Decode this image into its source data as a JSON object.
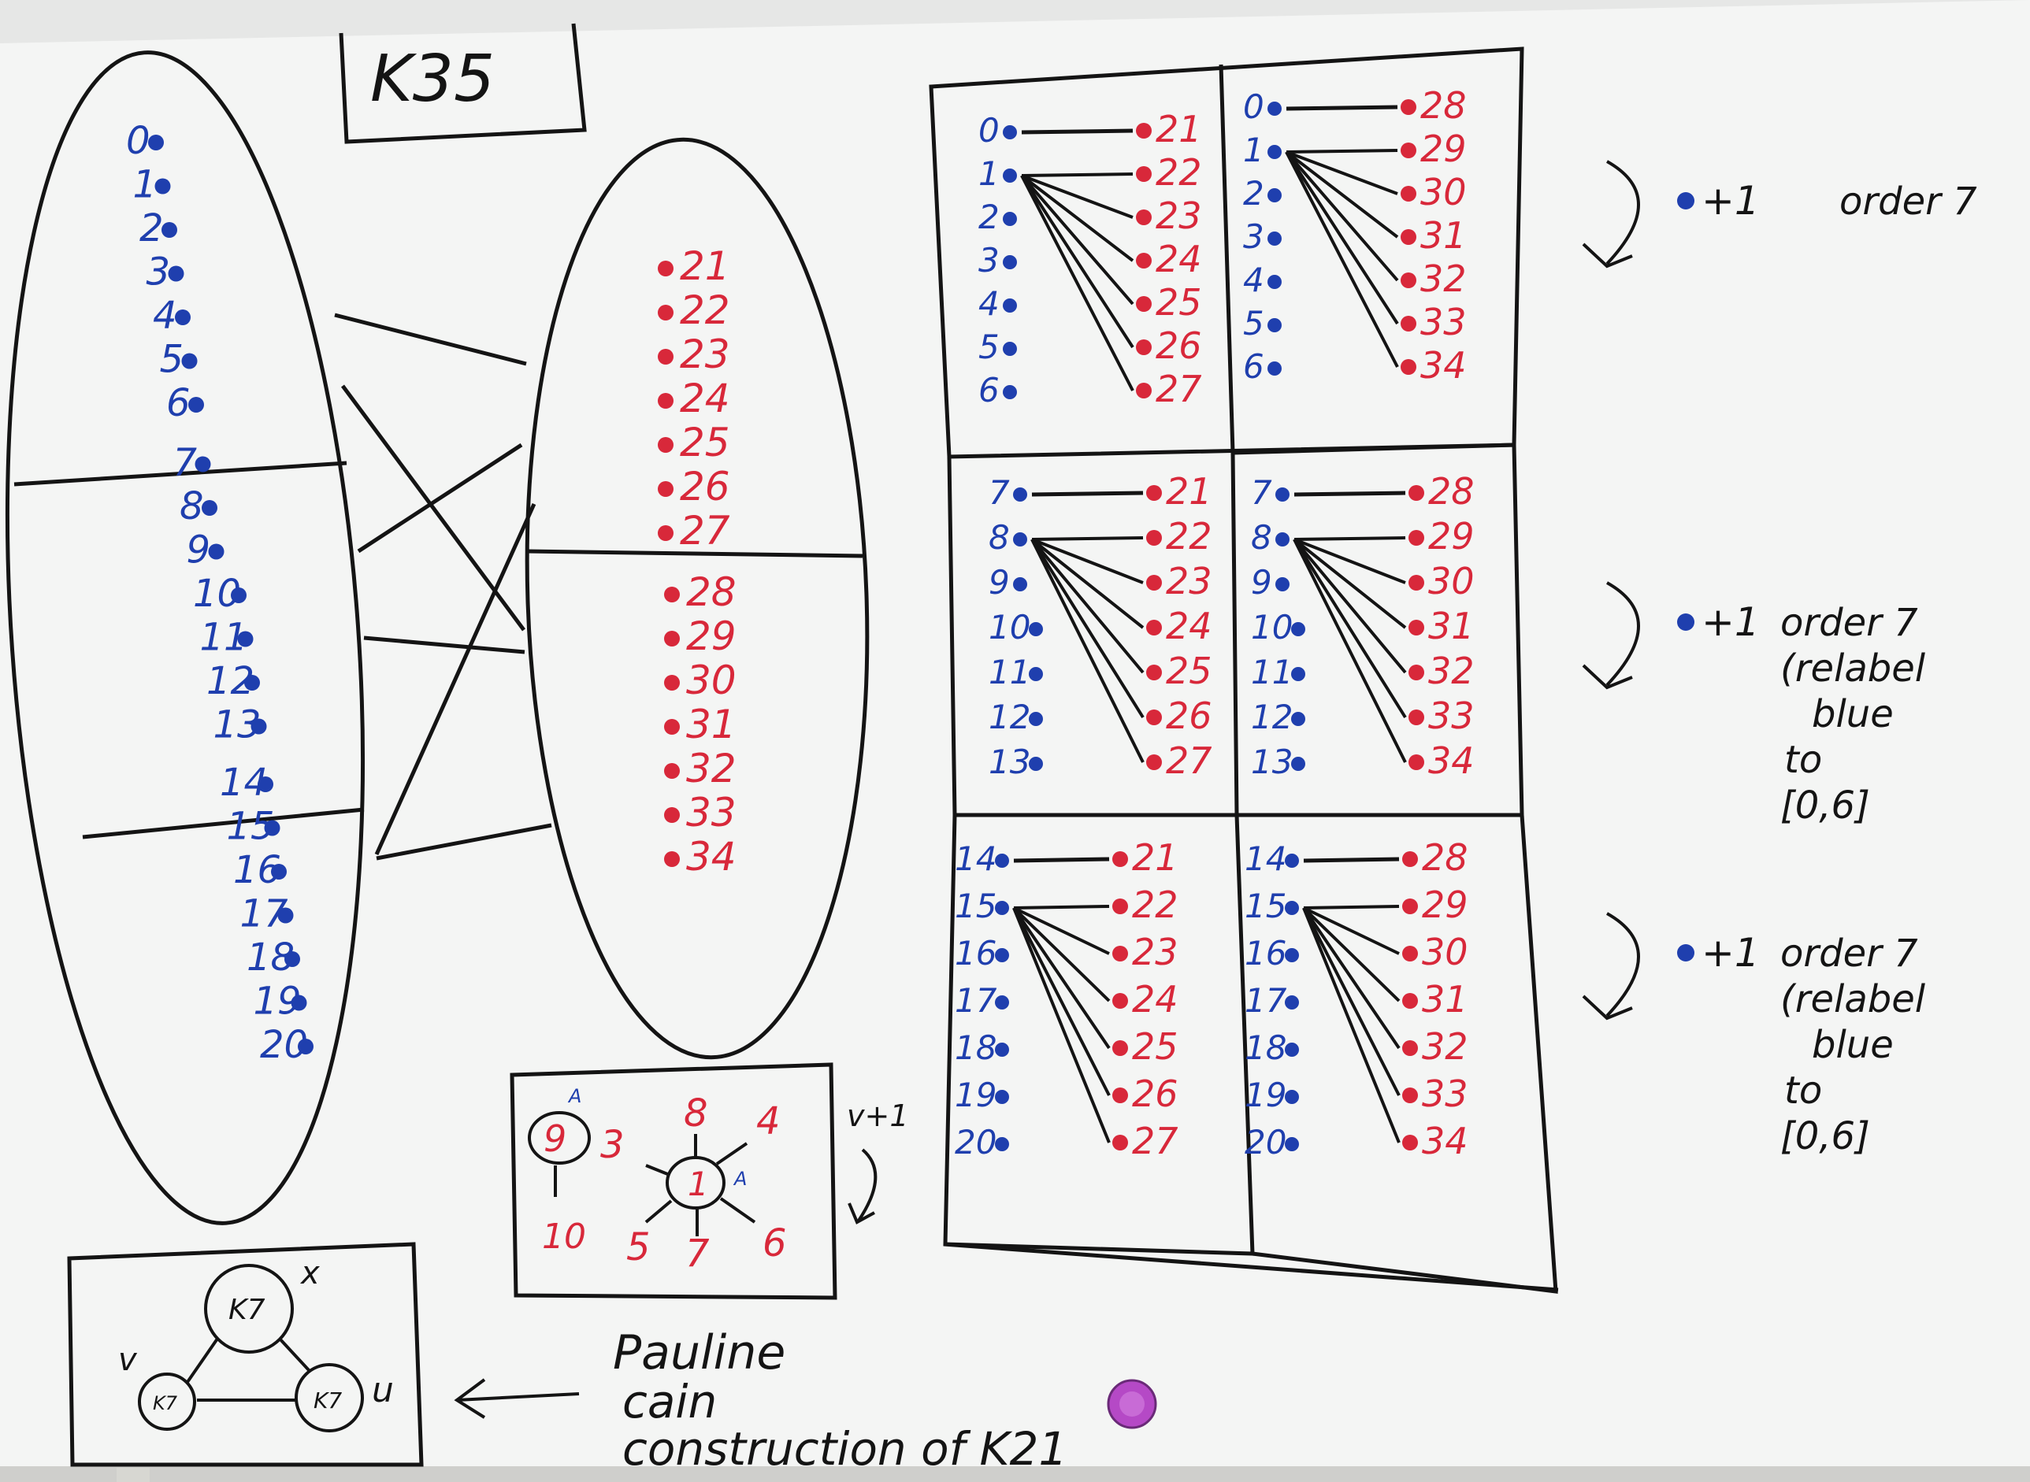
{
  "title": "K35",
  "colors": {
    "blue": "#1f3fae",
    "red": "#d8283a",
    "ink": "#141414",
    "board": "#f4f5f4",
    "magnet": "#b549c6"
  },
  "left_oval": {
    "blue_labels": [
      "0",
      "1",
      "2",
      "3",
      "4",
      "5",
      "6",
      "7",
      "8",
      "9",
      "10",
      "11",
      "12",
      "13",
      "14",
      "15",
      "16",
      "17",
      "18",
      "19",
      "20"
    ]
  },
  "middle_oval": {
    "red_labels": [
      "21",
      "22",
      "23",
      "24",
      "25",
      "26",
      "27",
      "28",
      "29",
      "30",
      "31",
      "32",
      "33",
      "34"
    ]
  },
  "grid": {
    "blue_rows": [
      [
        "0",
        "1",
        "2",
        "3",
        "4",
        "5",
        "6"
      ],
      [
        "7",
        "8",
        "9",
        "10",
        "11",
        "12",
        "13"
      ],
      [
        "14",
        "15",
        "16",
        "17",
        "18",
        "19",
        "20"
      ]
    ],
    "red_cols": [
      [
        "21",
        "22",
        "23",
        "24",
        "25",
        "26",
        "27"
      ],
      [
        "28",
        "29",
        "30",
        "31",
        "32",
        "33",
        "34"
      ]
    ]
  },
  "right_notes": [
    {
      "plus": "+1",
      "text": [
        "order 7"
      ]
    },
    {
      "plus": "+1",
      "text": [
        "order 7",
        "(relabel",
        "blue",
        "to",
        "[0,6]"
      ]
    },
    {
      "plus": "+1",
      "text": [
        "order 7",
        "(relabel",
        "blue",
        "to",
        "[0,6]"
      ]
    }
  ],
  "star_box": {
    "label_v": "v+1",
    "circled_left": "9",
    "superscript": "A",
    "below_left": "10",
    "center": "1",
    "center_sup": "A",
    "spokes": [
      "3",
      "8",
      "4",
      "6",
      "7",
      "5"
    ]
  },
  "triangle_box": {
    "top_node": "K7",
    "left_node": "K7",
    "right_node": "K7",
    "label_x": "x",
    "label_v": "v",
    "label_u": "u"
  },
  "caption": [
    "Pauline",
    "cain",
    "construction of K21"
  ]
}
